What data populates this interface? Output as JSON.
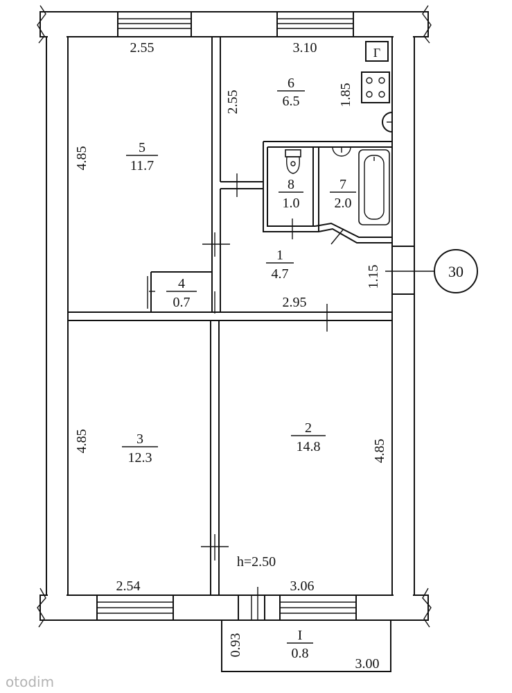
{
  "plan": {
    "apartment_number": "30",
    "ceiling_height": "h=2.50",
    "watermark": "otodim",
    "stove_symbol": "Г",
    "rooms": [
      {
        "id": "room-1",
        "number": "1",
        "area": "4.7"
      },
      {
        "id": "room-2",
        "number": "2",
        "area": "14.8"
      },
      {
        "id": "room-3",
        "number": "3",
        "area": "12.3"
      },
      {
        "id": "room-4",
        "number": "4",
        "area": "0.7"
      },
      {
        "id": "room-5",
        "number": "5",
        "area": "11.7"
      },
      {
        "id": "room-6",
        "number": "6",
        "area": "6.5"
      },
      {
        "id": "room-7",
        "number": "7",
        "area": "2.0"
      },
      {
        "id": "room-8",
        "number": "8",
        "area": "1.0"
      },
      {
        "id": "balcony",
        "number": "I",
        "area": "0.8"
      }
    ],
    "dimensions": {
      "room5_width": "2.55",
      "room5_depth": "4.85",
      "room6_width": "3.10",
      "room6_depth_left": "2.55",
      "room6_depth_right": "1.85",
      "hall_width": "2.95",
      "hall_depth": "1.15",
      "room3_depth": "4.85",
      "room3_width": "2.54",
      "room2_depth": "4.85",
      "room2_width": "3.06",
      "balcony_depth": "0.93",
      "balcony_width": "3.00"
    }
  }
}
